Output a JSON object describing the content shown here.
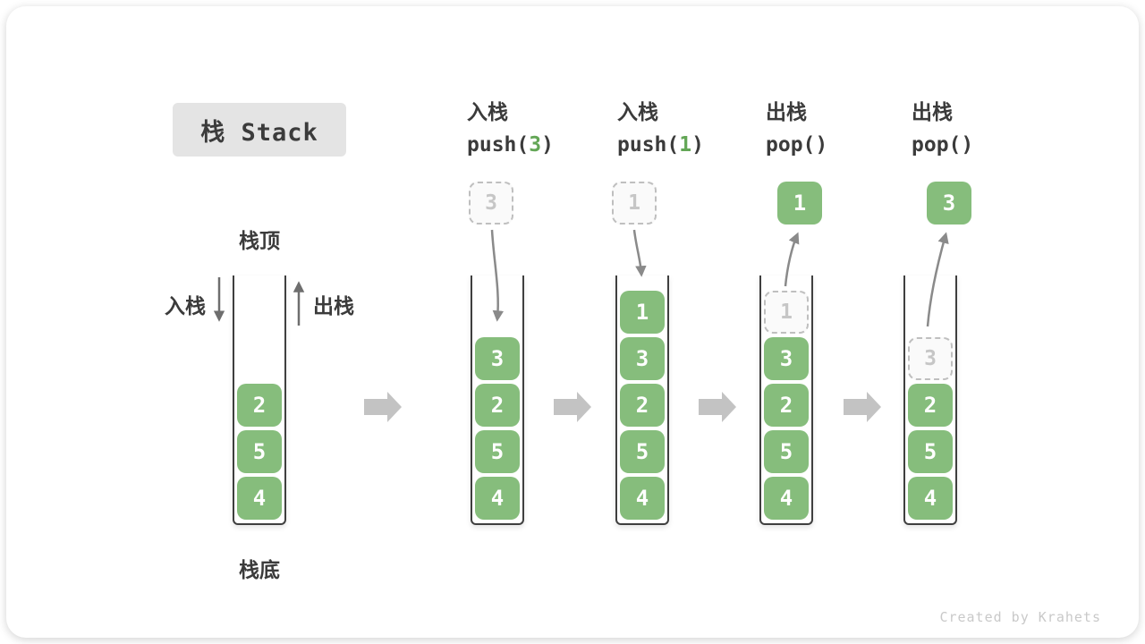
{
  "page": {
    "title": "栈 Stack",
    "watermark": "Created by Krahets"
  },
  "colors": {
    "green": "#86BD7C",
    "green_dark": "#63A656",
    "text": "#3B3B3B",
    "wall": "#3F3F3F",
    "dashed_border": "#BFBFBF",
    "dashed_bg": "#FAFAFA",
    "dashed_text": "#C6C6C6",
    "flow_arrow": "#C3C3C3",
    "curve_arrow": "#8A8A8A",
    "side_arrow": "#6E6E6E",
    "title_bg": "#E4E4E4",
    "watermark": "#C9C9C9",
    "card_bg": "#FFFFFF"
  },
  "legend": {
    "stack_top": "栈顶",
    "stack_bottom": "栈底",
    "push_label": "入栈",
    "pop_label": "出栈"
  },
  "columns": [
    {
      "name": "initial",
      "cells": [
        {
          "value": "2"
        },
        {
          "value": "5"
        },
        {
          "value": "4"
        }
      ]
    },
    {
      "name": "push-3",
      "header_cn": "入栈",
      "op_prefix": "push(",
      "op_arg": "3",
      "op_suffix": ")",
      "floating_value": "3",
      "cells": [
        {
          "value": "3"
        },
        {
          "value": "2"
        },
        {
          "value": "5"
        },
        {
          "value": "4"
        }
      ]
    },
    {
      "name": "push-1",
      "header_cn": "入栈",
      "op_prefix": "push(",
      "op_arg": "1",
      "op_suffix": ")",
      "floating_value": "1",
      "cells": [
        {
          "value": "1"
        },
        {
          "value": "3"
        },
        {
          "value": "2"
        },
        {
          "value": "5"
        },
        {
          "value": "4"
        }
      ]
    },
    {
      "name": "pop-1",
      "header_cn": "出栈",
      "op_prefix": "pop(",
      "op_arg": "",
      "op_suffix": ")",
      "floating_value": "1",
      "ghost_value": "1",
      "cells": [
        {
          "value": "3"
        },
        {
          "value": "2"
        },
        {
          "value": "5"
        },
        {
          "value": "4"
        }
      ]
    },
    {
      "name": "pop-3",
      "header_cn": "出栈",
      "op_prefix": "pop(",
      "op_arg": "",
      "op_suffix": ")",
      "floating_value": "3",
      "ghost_value": "3",
      "cells": [
        {
          "value": "2"
        },
        {
          "value": "5"
        },
        {
          "value": "4"
        }
      ]
    }
  ]
}
